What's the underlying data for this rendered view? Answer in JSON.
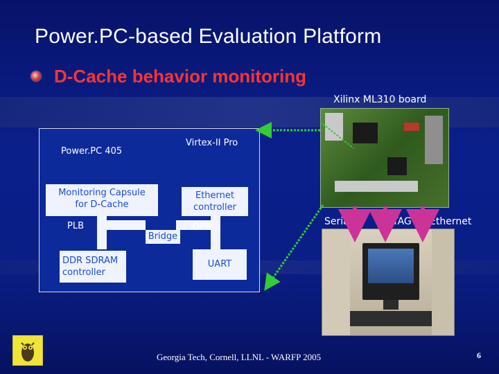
{
  "slide": {
    "title": "Power.PC-based Evaluation Platform",
    "bullet": "D-Cache behavior monitoring",
    "board_label": "Xilinx ML310 board",
    "fpga": {
      "chip_name": "Virtex-II Pro",
      "cpu": "Power.PC 405",
      "monitor_line1": "Monitoring Capsule",
      "monitor_line2": "for D-Cache",
      "ethernet_line1": "Ethernet",
      "ethernet_line2": "controller",
      "plb": "PLB",
      "opb": "OPB",
      "bridge": "Bridge",
      "ddr_line1": "DDR SDRAM",
      "ddr_line2": "controller",
      "uart": "UART"
    },
    "ports": {
      "serial": "Serial",
      "jtag": "JTAG",
      "ethernet": "Ethernet"
    },
    "footer": "Georgia Tech, Cornell, LLNL - WARFP 2005",
    "page_number": "6"
  },
  "colors": {
    "background": "#0a1e86",
    "title_text": "#ffffff",
    "bullet_text": "#ff3333",
    "block_text": "#1b4bd8",
    "arrow_green": "#33cc33",
    "port_arrow": "#cc3399"
  },
  "icons": {
    "bullet": "bullet-icon",
    "logo": "owl-logo-icon"
  }
}
